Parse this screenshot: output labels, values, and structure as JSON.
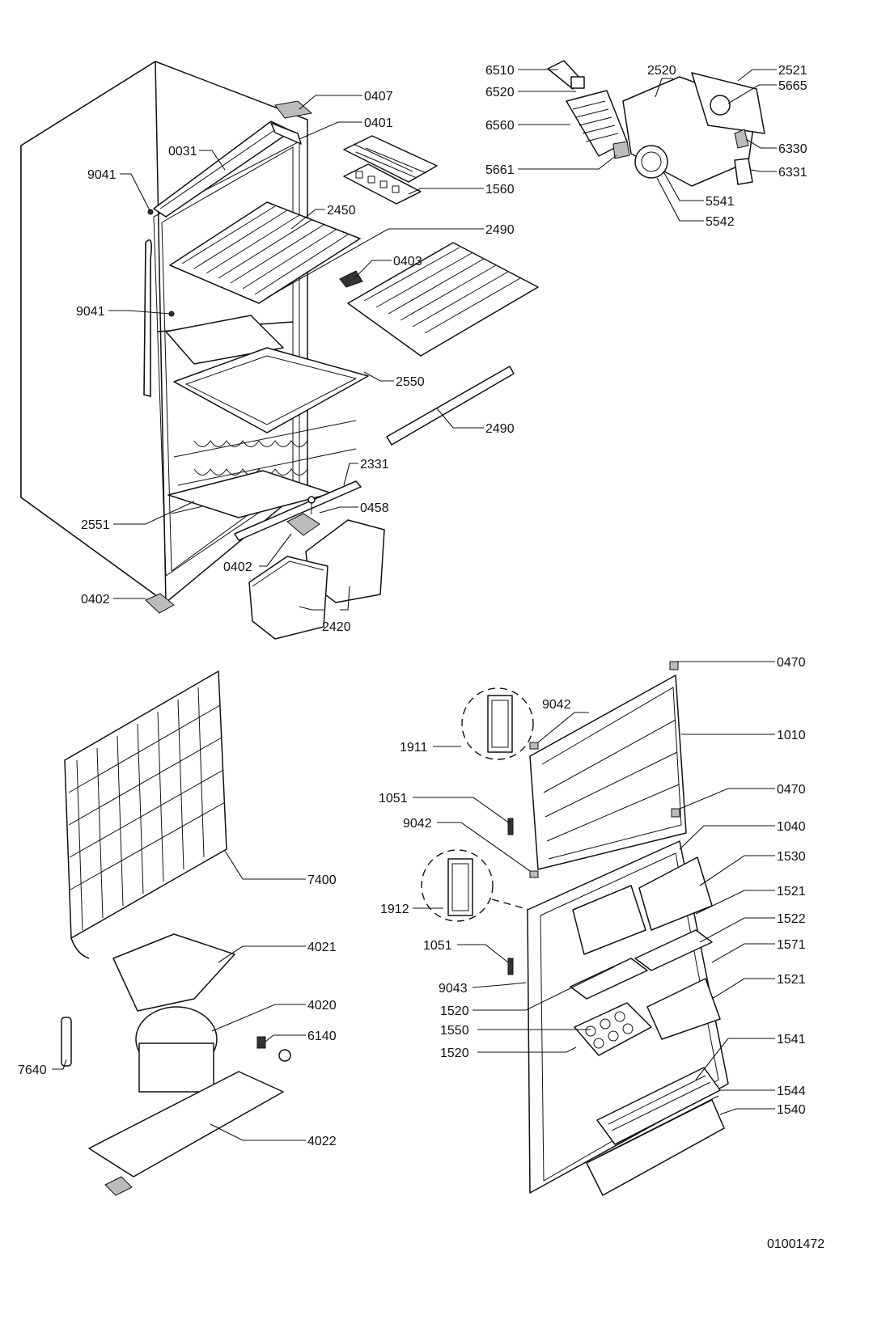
{
  "diagram_id": "01001472",
  "callouts": {
    "c0407": "0407",
    "c0401": "0401",
    "c0031": "0031",
    "c9041a": "9041",
    "c9041b": "9041",
    "c2450": "2450",
    "c2490a": "2490",
    "c0403": "0403",
    "c2550": "2550",
    "c2490b": "2490",
    "c2331": "2331",
    "c2551": "2551",
    "c0458": "0458",
    "c0402a": "0402",
    "c0402b": "0402",
    "c2420": "2420",
    "c1560": "1560",
    "c6510": "6510",
    "c6520": "6520",
    "c6560": "6560",
    "c5661": "5661",
    "c2520": "2520",
    "c2521": "2521",
    "c5665": "5665",
    "c6330": "6330",
    "c6331": "6331",
    "c5541": "5541",
    "c5542": "5542",
    "c7400": "7400",
    "c4021": "4021",
    "c4020": "4020",
    "c6140": "6140",
    "c7640": "7640",
    "c4022": "4022",
    "c0470a": "0470",
    "c9042a": "9042",
    "c1010": "1010",
    "c1911": "1911",
    "c1051a": "1051",
    "c0470b": "0470",
    "c9042b": "9042",
    "c1040": "1040",
    "c1530": "1530",
    "c1912": "1912",
    "c1521a": "1521",
    "c1522": "1522",
    "c1571": "1571",
    "c1051b": "1051",
    "c9043": "9043",
    "c1520a": "1520",
    "c1521b": "1521",
    "c1550": "1550",
    "c1520b": "1520",
    "c1541": "1541",
    "c1544": "1544",
    "c1540": "1540"
  }
}
